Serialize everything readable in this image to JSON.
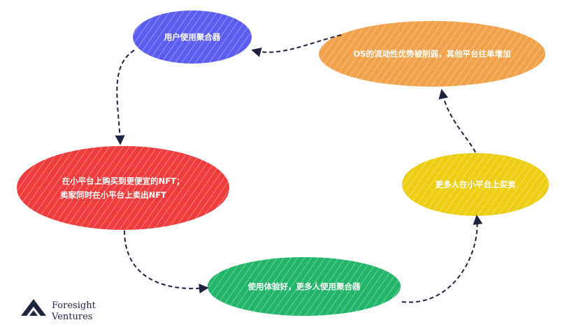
{
  "nodes": [
    {
      "id": "aggregator",
      "text": "用户使用聚合器",
      "color": "#5b5cf0"
    },
    {
      "id": "os-weakened",
      "text": "OS的流动性优势被削弱，其他平台往单增加",
      "color": "#f2a24a"
    },
    {
      "id": "cheap-nft",
      "text": "在小平台上购买到更便宜的NFT；",
      "text2": "卖家同时在小平台上卖出NFT",
      "color": "#ee3b3b"
    },
    {
      "id": "more-trading",
      "text": "更多人在小平台上买卖",
      "color": "#eccd12"
    },
    {
      "id": "good-experience",
      "text": "使用体验好，更多人使用聚合器",
      "color": "#22b768"
    }
  ],
  "logo": {
    "line1": "Foresight",
    "line2": "Ventures",
    "icon": "mountain-logo-icon"
  }
}
